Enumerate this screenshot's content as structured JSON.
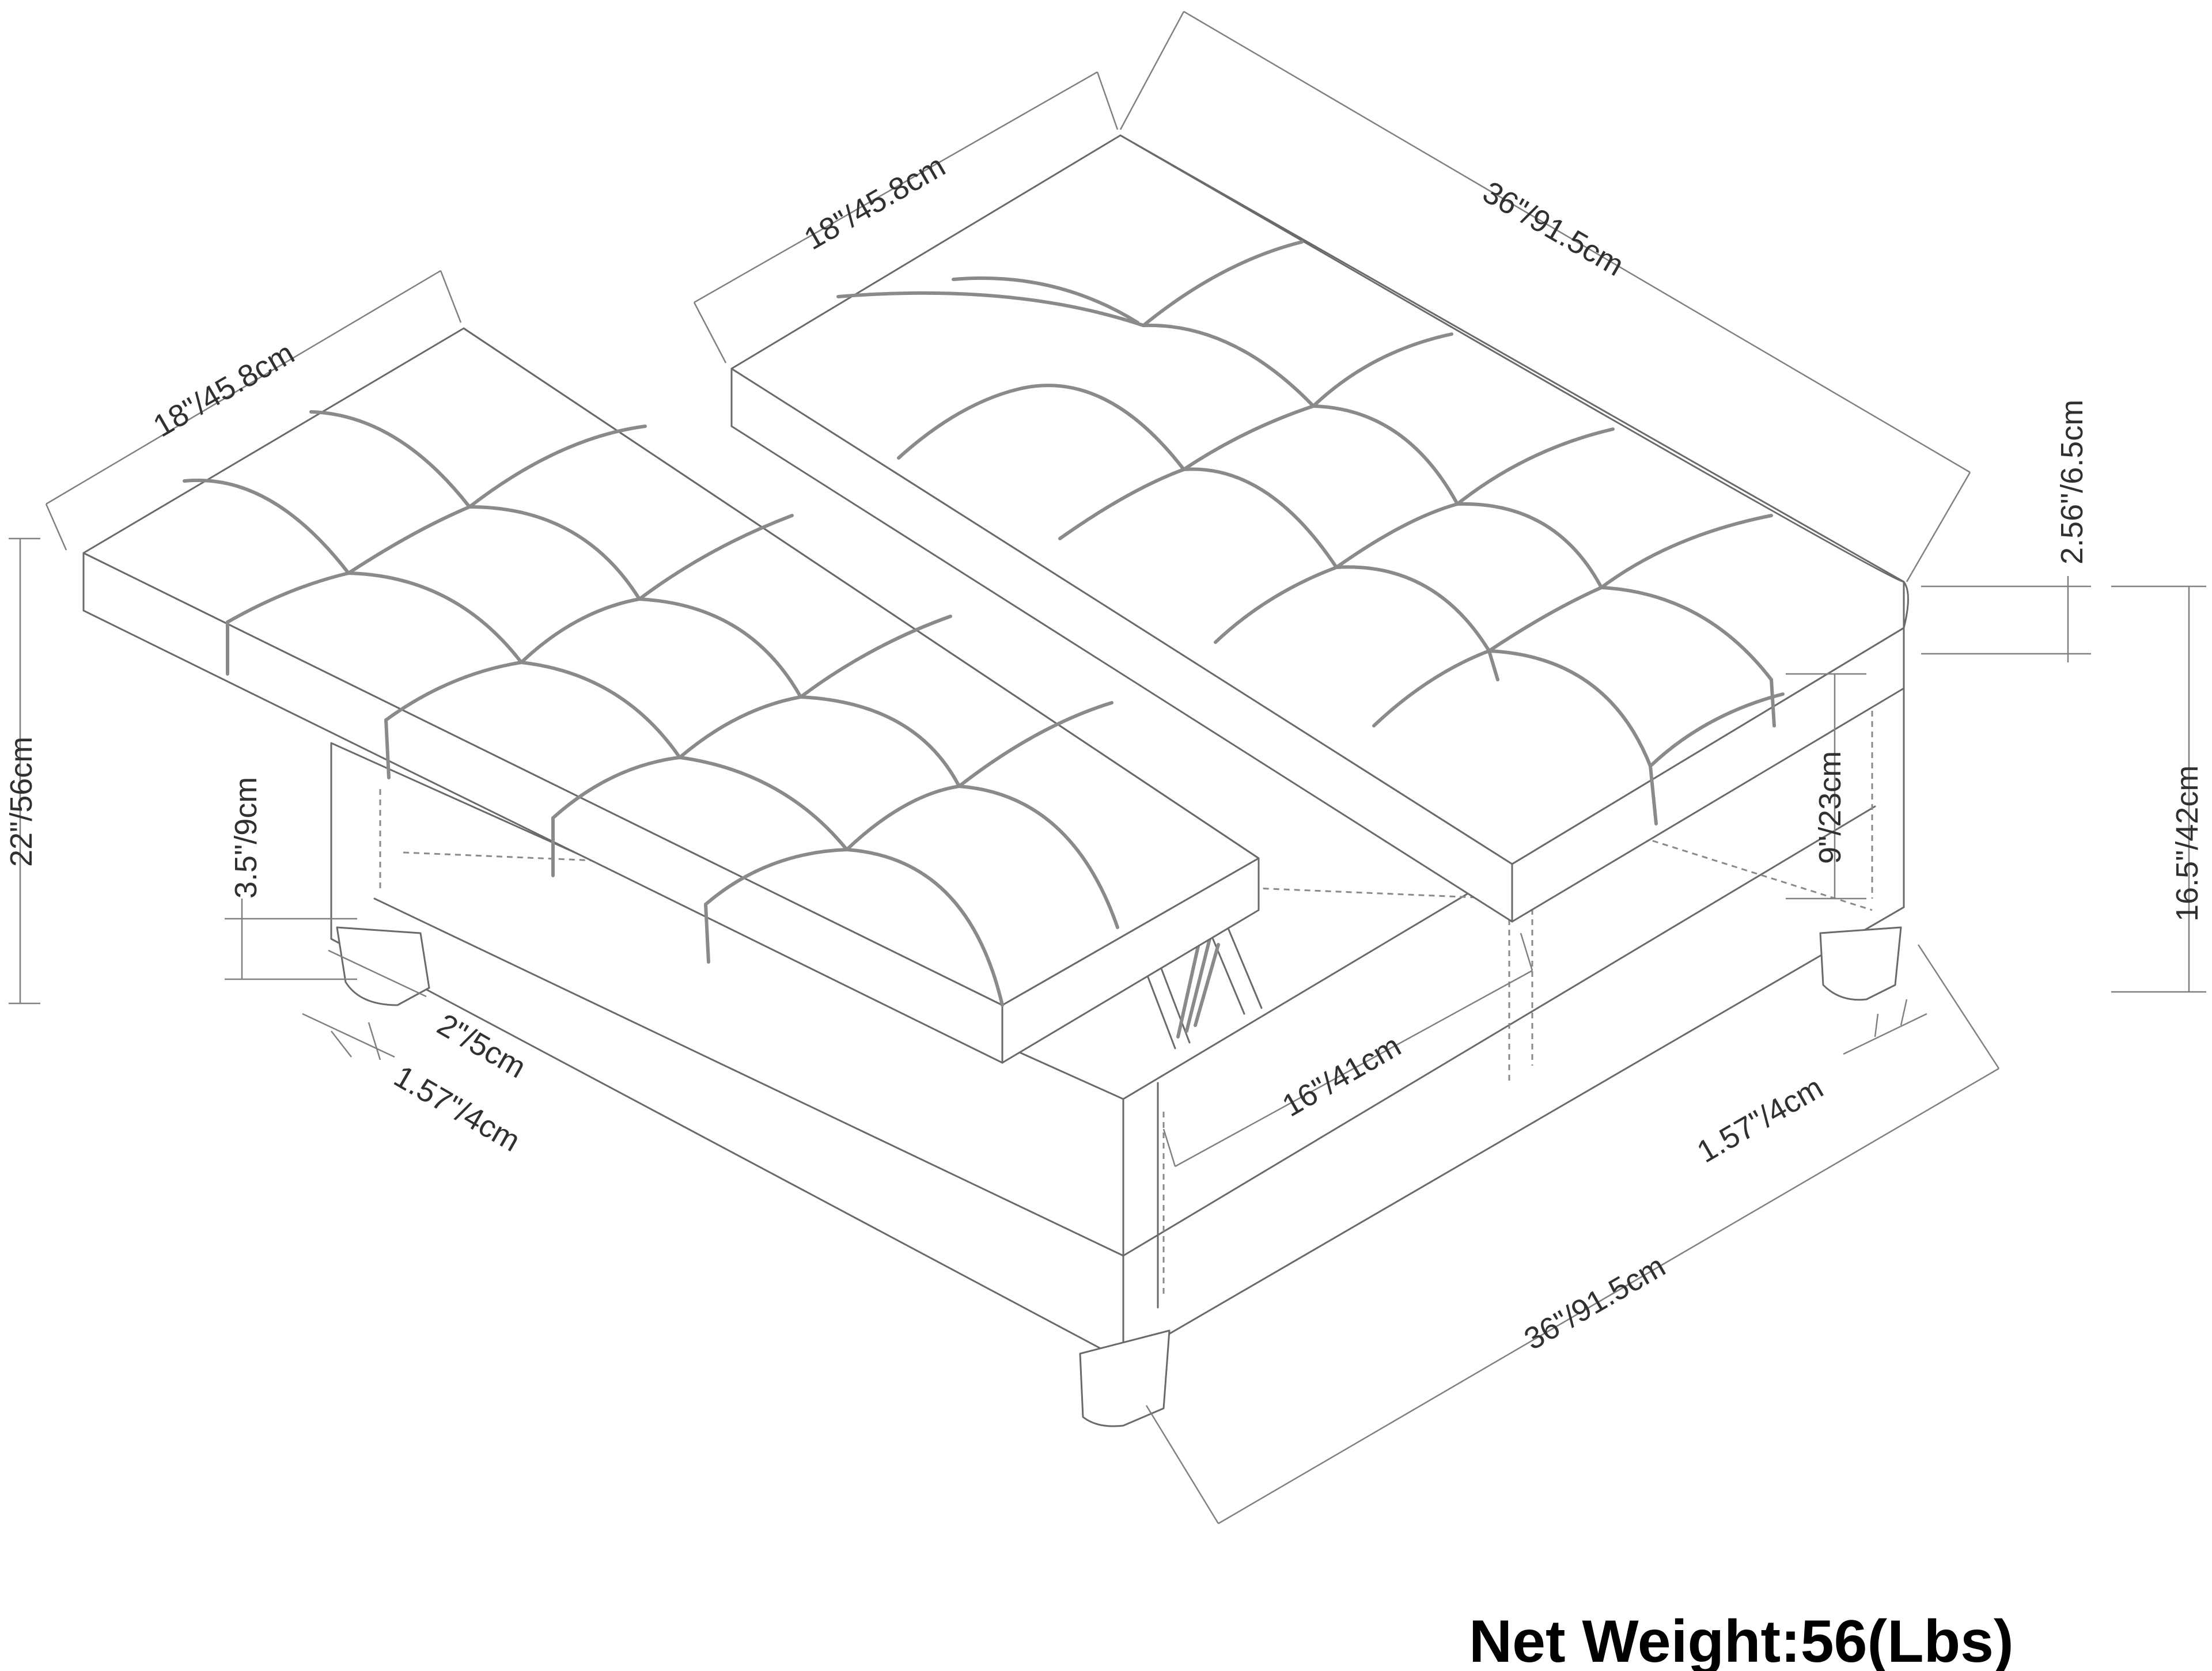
{
  "diagram": {
    "dimensions": {
      "left_cushion_width": "18\"/45.8cm",
      "right_cushion_width": "18\"/45.8cm",
      "top_length": "36\"/91.5cm",
      "lid_thickness": "2.56\"/6.5cm",
      "total_height": "22\"/56cm",
      "lift_height": "3.5\"/9cm",
      "body_height": "16.5\"/42cm",
      "storage_depth": "9\"/23cm",
      "storage_width": "16\"/41cm",
      "leg_height": "2\"/5cm",
      "leg_width_left": "1.57\"/4cm",
      "leg_width_right": "1.57\"/4cm",
      "bottom_length": "36\"/91.5cm"
    },
    "net_weight": "Net Weight:56(Lbs)"
  }
}
